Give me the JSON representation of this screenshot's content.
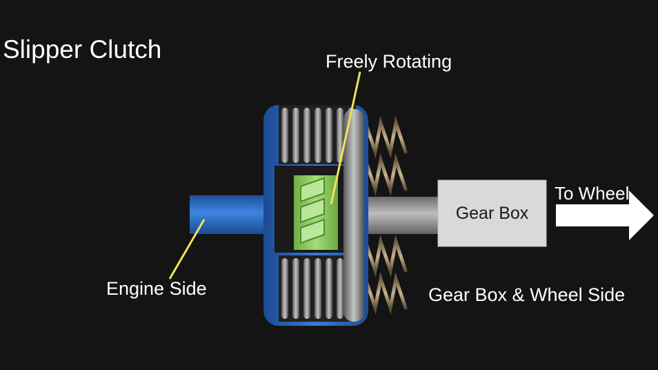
{
  "diagram": {
    "title": "Slipper Clutch",
    "labels": {
      "freely_rotating": "Freely Rotating",
      "engine_side": "Engine Side",
      "gearbox_wheel_side": "Gear Box & Wheel Side",
      "to_wheel": "To Wheel",
      "gear_box": "Gear Box"
    },
    "colors": {
      "background": "#141414",
      "engine_shaft": "#2a6fc9",
      "clutch_housing": "#3368c4",
      "plates": "#2b2b2b",
      "hub": "#8fcf62",
      "output_shaft": "#9a9a9a",
      "gear_box": "#d9d9d9",
      "springs": "#a48f70",
      "leader_lines": "#f0e25a",
      "arrow": "#ffffff",
      "text": "#ffffff"
    }
  }
}
